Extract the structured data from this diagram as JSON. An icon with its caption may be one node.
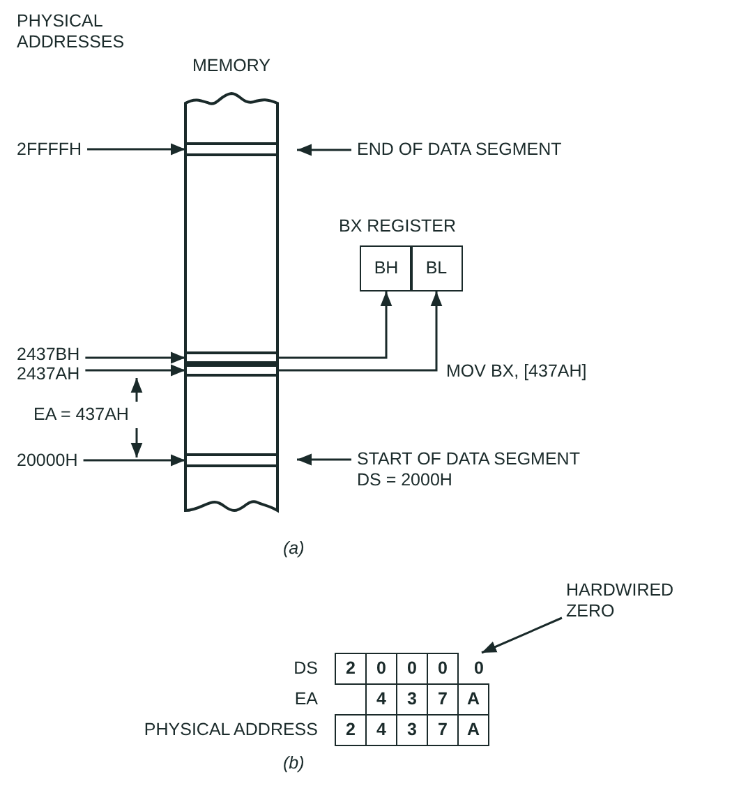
{
  "diagram": {
    "nodes": [
      {
        "text": [
          "MEMORY"
        ]
      },
      {
        "text": [],
        "shape": "box",
        "in": 0
      },
      {
        "text": [],
        "shape": "box",
        "in": 0
      },
      {
        "text": [],
        "shape": "box",
        "in": 0
      },
      {
        "text": [],
        "shape": "box",
        "in": 0
      },
      {
        "text": [
          "2FFFFH"
        ]
      },
      {
        "text": [
          "2437BH"
        ]
      },
      {
        "text": [
          "2437AH"
        ]
      },
      {
        "text": [
          "20000H"
        ]
      },
      {
        "text": [
          "END OF DATA SEGMENT"
        ]
      },
      {
        "text": [
          "START OF DATA SEGMENT",
          "DS = 2000H"
        ]
      },
      {
        "text": [
          "BX REGISTER"
        ]
      },
      {
        "text": [
          "BH"
        ],
        "in": 11
      },
      {
        "text": [
          "BL"
        ],
        "in": 11
      },
      {
        "text": [
          "HARDWIRED ZERO"
        ]
      },
      {
        "text": [
          "0"
        ]
      }
    ],
    "edges": [
      {
        "from": 5,
        "to": 1,
        "arrow": "to"
      },
      {
        "from": 9,
        "to": 1,
        "arrow": "to"
      },
      {
        "from": 6,
        "to": 2,
        "arrow": "to"
      },
      {
        "from": 7,
        "to": 3,
        "arrow": "to"
      },
      {
        "from": 8,
        "to": 4,
        "arrow": "to"
      },
      {
        "from": 10,
        "to": 4,
        "arrow": "to"
      },
      {
        "from": 2,
        "to": 12,
        "arrow": "to"
      },
      {
        "from": 3,
        "to": 13,
        "arrow": "to"
      },
      {
        "from": 14,
        "to": 15,
        "arrow": "to"
      }
    ],
    "labels": [
      "PHYSICAL ADDRESSES",
      "EA = 437AH",
      "MOV BX, [437AH]",
      "(a)",
      "DS",
      "2",
      "0",
      "0",
      "0",
      "EA",
      "4",
      "3",
      "7",
      "A",
      "PHYSICAL ADDRESS",
      "2",
      "4",
      "3",
      "7",
      "A",
      "(b)"
    ]
  }
}
